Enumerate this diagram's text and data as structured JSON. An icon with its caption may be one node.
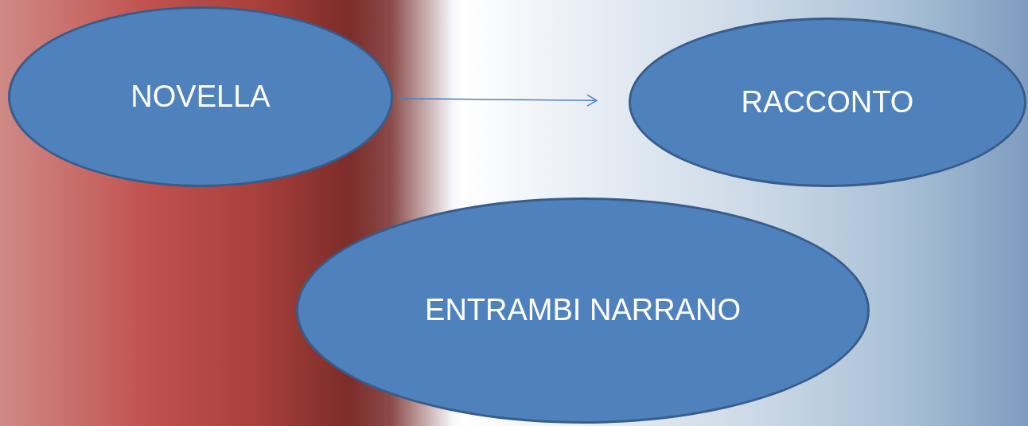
{
  "diagram": {
    "nodes": [
      {
        "text": [
          "NOVELLA"
        ]
      },
      {
        "text": [
          "RACCONTO"
        ]
      },
      {
        "text": [
          "ENTRAMBI NARRANO"
        ]
      }
    ],
    "edges": [
      {
        "from": 0,
        "to": 1,
        "arrow": "to"
      }
    ]
  }
}
